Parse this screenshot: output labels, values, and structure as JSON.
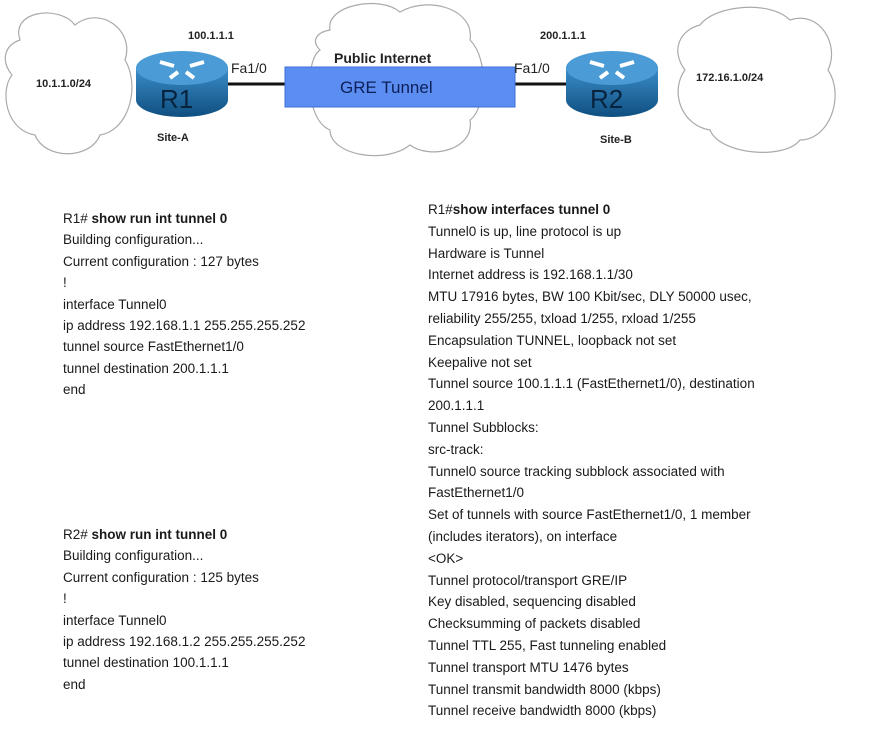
{
  "diagram": {
    "left_network": "10.1.1.0/24",
    "right_network": "172.16.1.0/24",
    "r1": {
      "name": "R1",
      "ip": "100.1.1.1",
      "interface": "Fa1/0",
      "site": "Site-A"
    },
    "r2": {
      "name": "R2",
      "ip": "200.1.1.1",
      "interface": "Fa1/0",
      "site": "Site-B"
    },
    "cloud_label": "Public Internet",
    "tunnel_label": "GRE Tunnel",
    "colors": {
      "tunnel": "#5b8ef0",
      "router": "#1f6fa8"
    }
  },
  "r1_config": {
    "prompt": "R1#",
    "command": " show run int tunnel 0",
    "lines": [
      "Building configuration...",
      "Current configuration : 127 bytes",
      "!",
      "interface Tunnel0",
      "ip address 192.168.1.1 255.255.255.252",
      "tunnel source FastEthernet1/0",
      "tunnel destination 200.1.1.1",
      "end"
    ]
  },
  "r2_config": {
    "prompt": "R2#",
    "command": " show run int tunnel 0",
    "lines": [
      "Building configuration...",
      "Current configuration : 125 bytes",
      "!",
      "interface Tunnel0",
      "ip address 192.168.1.2 255.255.255.252",
      "tunnel destination 100.1.1.1",
      "end"
    ]
  },
  "r1_interface": {
    "prompt": "R1#",
    "command": "show interfaces tunnel 0",
    "lines": [
      "Tunnel0 is up, line protocol is up",
      "Hardware is Tunnel",
      "Internet address is 192.168.1.1/30",
      "MTU 17916 bytes, BW 100 Kbit/sec, DLY 50000 usec,",
      "reliability 255/255, txload 1/255, rxload 1/255",
      "Encapsulation TUNNEL, loopback not set",
      "Keepalive not set",
      "Tunnel source 100.1.1.1 (FastEthernet1/0), destination",
      "200.1.1.1",
      "Tunnel Subblocks:",
      "src-track:",
      "Tunnel0 source tracking subblock associated with",
      "FastEthernet1/0",
      "Set of tunnels with source FastEthernet1/0, 1 member",
      "(includes iterators), on interface",
      "<OK>",
      "Tunnel protocol/transport GRE/IP",
      "Key disabled, sequencing disabled",
      "Checksumming of packets disabled",
      "Tunnel TTL 255, Fast tunneling enabled",
      "Tunnel transport MTU 1476 bytes",
      "Tunnel transmit bandwidth 8000 (kbps)",
      "Tunnel receive bandwidth 8000 (kbps)"
    ]
  }
}
